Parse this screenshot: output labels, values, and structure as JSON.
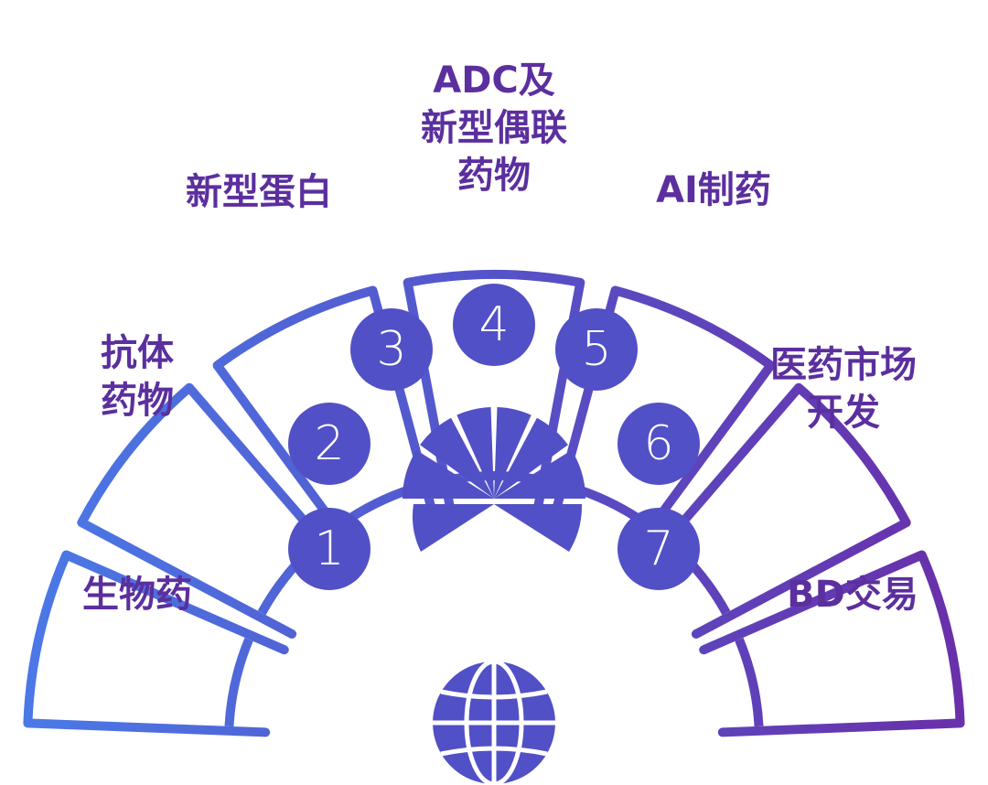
{
  "colors": {
    "gradient_start": "#4a7be8",
    "gradient_mid": "#5553c9",
    "gradient_end": "#6a2ea8",
    "label": "#5b2f9e",
    "circle_fill": "#5150c6"
  },
  "segments": [
    {
      "id": "biologics",
      "label": "生物药"
    },
    {
      "id": "antibody",
      "label": "抗体\n药物"
    },
    {
      "id": "novel-protein",
      "label": "新型蛋白"
    },
    {
      "id": "adc",
      "label": "ADC及\n新型偶联\n药物"
    },
    {
      "id": "ai-drug",
      "label": "AI制药"
    },
    {
      "id": "market-dev",
      "label": "医药市场\n开发"
    },
    {
      "id": "bd-deal",
      "label": "BD交易"
    }
  ],
  "numbers": [
    "1",
    "2",
    "3",
    "4",
    "5",
    "6",
    "7"
  ],
  "center_icons": {
    "fan": "fan-chart-icon",
    "globe": "globe-icon"
  }
}
